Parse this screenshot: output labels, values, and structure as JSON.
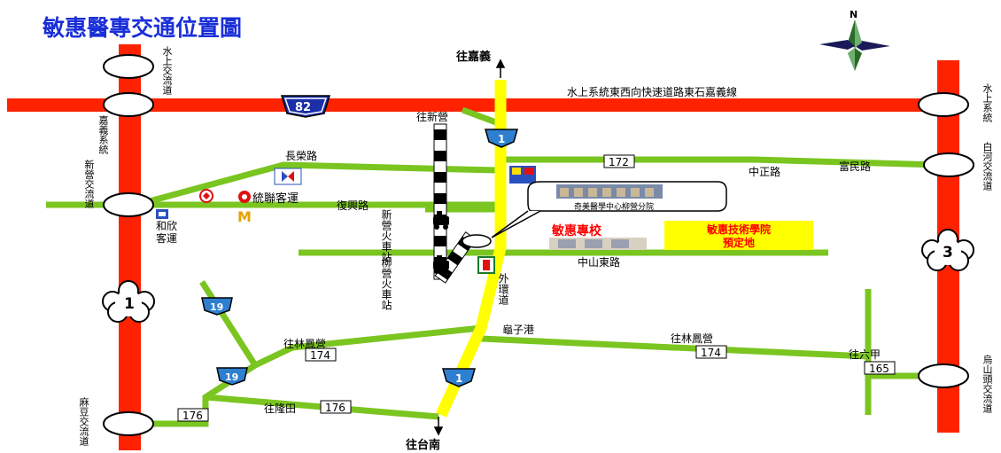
{
  "title": "敏惠醫專交通位置圖",
  "compass": {
    "north": "N"
  },
  "roads": {
    "freeway82": "82",
    "freeway82_name": "水上系統東西向快速道路東石嘉義線",
    "provincial1": "1",
    "provincial3": "3",
    "highway1": "1",
    "changrong": "長榮路",
    "fuxing": "復興路",
    "zhongzheng": "中正路",
    "fumin": "富民路",
    "zhongshan_e": "中山東路",
    "outer_ring": "外環道",
    "r172": "172",
    "r174": "174",
    "r176": "176",
    "r165": "165",
    "r19": "19"
  },
  "interchanges": {
    "shuishang_top": "水上交流道",
    "jiayi_sys": "嘉義系統",
    "xinying": "新營交流道",
    "madou": "麻豆交流道",
    "shuishang_sys": "水上系統",
    "baihe": "白河交流道",
    "wushantou": "烏山頭交流道"
  },
  "directions": {
    "to_chiayi": "往嘉義",
    "to_tainan": "往台南",
    "to_xinying": "往新營",
    "to_linfengying_w": "往林鳳營",
    "to_linfengying_e": "往林鳳營",
    "to_longtian": "往隆田",
    "to_liujia": "往六甲"
  },
  "places": {
    "tongye": "統聯客運",
    "hexin": "和欣客運",
    "xinying_station": "新營火車站",
    "liuying_station": "柳營火車站",
    "guizigang": "龜子港",
    "school": "敏惠專校",
    "hospital": "奇美醫學中心柳營分院",
    "new_campus_l1": "敏惠技術學院",
    "new_campus_l2": "預定地"
  },
  "colors": {
    "freeway": "#ff2200",
    "provincial": "#ffff00",
    "local": "#7ac520",
    "title": "#1a2fd8",
    "highlight_red": "#ff0000",
    "box_yellow": "#ffff00"
  }
}
